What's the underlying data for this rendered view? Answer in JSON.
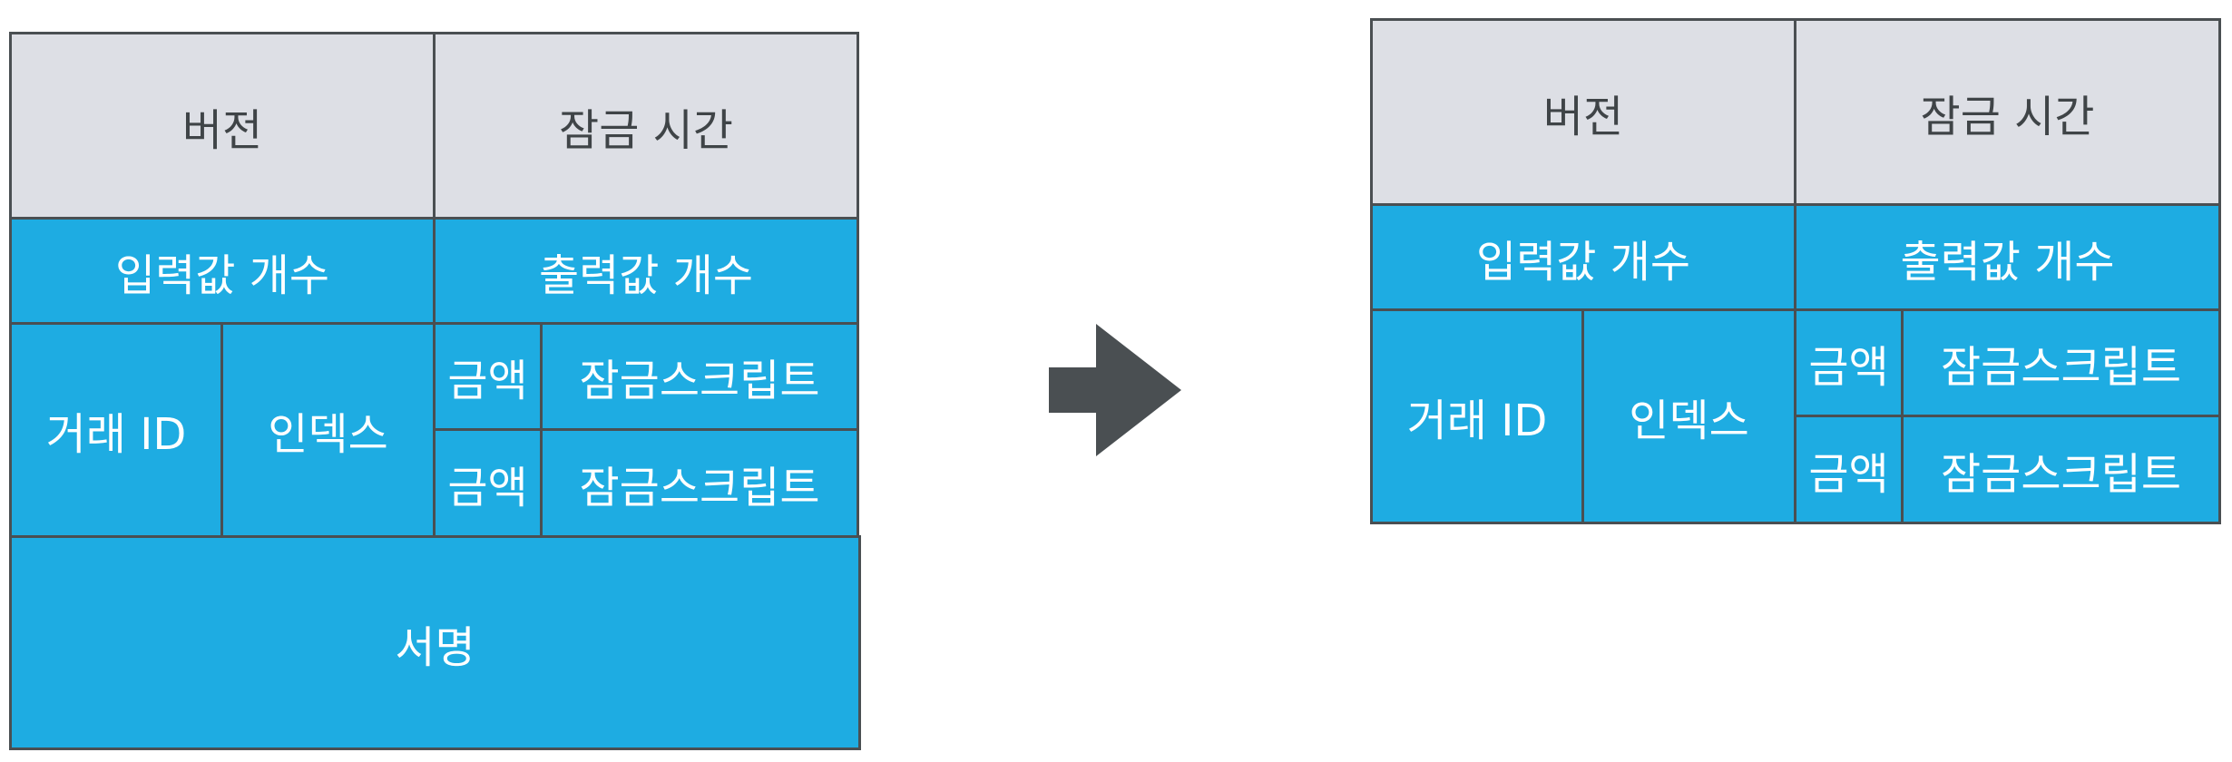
{
  "before": {
    "version": "버전",
    "lock_time": "잠금 시간",
    "input_count": "입력값 개수",
    "output_count": "출력값 개수",
    "txid": "거래 ID",
    "index": "인덱스",
    "outputs": [
      {
        "amount": "금액",
        "script": "잠금스크립트"
      },
      {
        "amount": "금액",
        "script": "잠금스크립트"
      }
    ],
    "signature": "서명"
  },
  "after": {
    "version": "버전",
    "lock_time": "잠금 시간",
    "input_count": "입력값 개수",
    "output_count": "출력값 개수",
    "txid": "거래 ID",
    "index": "인덱스",
    "outputs": [
      {
        "amount": "금액",
        "script": "잠금스크립트"
      },
      {
        "amount": "금액",
        "script": "잠금스크립트"
      }
    ]
  },
  "colors": {
    "header_fill": "#dddfe5",
    "body_fill": "#1eace2",
    "border": "#4a4f52",
    "arrow": "#4a4f52"
  },
  "icons": {
    "arrow": "right-arrow-icon"
  }
}
